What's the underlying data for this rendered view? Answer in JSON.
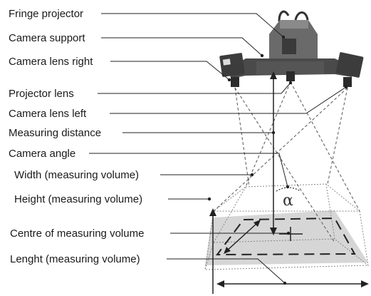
{
  "labels": {
    "fringe_projector": "Fringe projector",
    "camera_support": "Camera support",
    "camera_lens_right": "Camera lens right",
    "projector_lens": "Projector lens",
    "camera_lens_left": "Camera lens left",
    "measuring_distance": "Measuring distance",
    "camera_angle": "Camera angle",
    "width": "Width (measuring volume)",
    "height": "Height (measuring volume)",
    "centre": "Centre of measuring volume",
    "length": "Lenght (measuring volume)"
  },
  "angle_symbol": "α",
  "colors": {
    "line": "#333333",
    "device_body": "#555555",
    "device_top": "#6a6a6a",
    "floor_plane": "#d6d6d6"
  }
}
